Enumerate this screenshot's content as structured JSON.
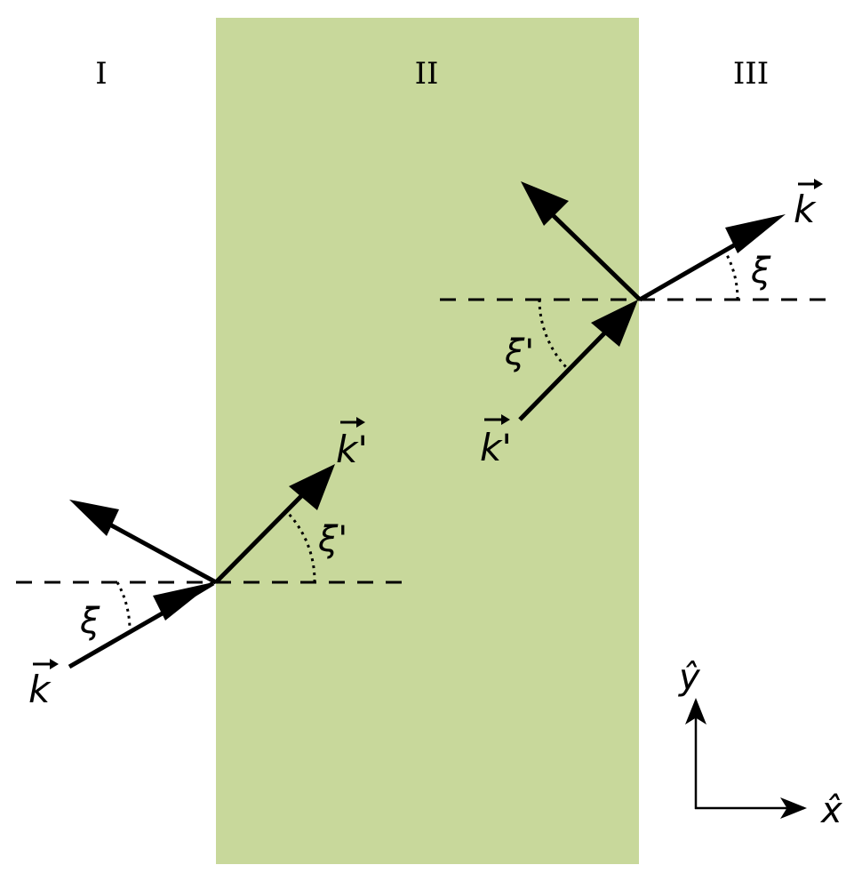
{
  "regions": {
    "left": "I",
    "middle": "II",
    "right": "III"
  },
  "colors": {
    "slab": "#c8d89b",
    "ink": "#000000"
  },
  "labels": {
    "k_incident": "k",
    "k_prime_inside": "k'",
    "xi_incident": "ξ",
    "xi_prime_refracted": "ξ'",
    "k_prime_second": "k'",
    "xi_prime_second": "ξ'",
    "k_transmitted": "k",
    "xi_transmitted": "ξ",
    "y_axis": "ŷ",
    "x_axis": "x̂"
  }
}
